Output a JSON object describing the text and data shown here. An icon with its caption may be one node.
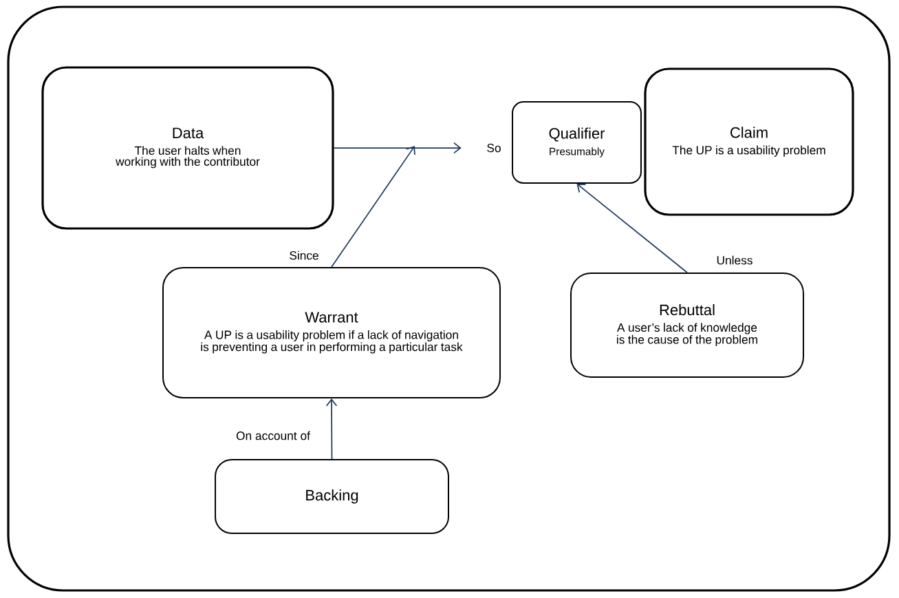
{
  "diagram": {
    "nodes": [
      {
        "text": [
          "Data",
          "The user halts when working with the contributor"
        ]
      },
      {
        "text": [
          "Qualifier",
          "Presumably"
        ]
      },
      {
        "text": [
          "Claim",
          "The UP is a usability problem"
        ]
      },
      {
        "text": [
          "Warrant",
          "A UP is a usability problem if a lack of navigation is preventing a user in performing a particular task"
        ]
      },
      {
        "text": [
          "Rebuttal",
          "A user’s lack of knowledge is the cause of the problem"
        ]
      },
      {
        "text": [
          "Backing"
        ]
      }
    ],
    "edges": [
      {
        "from": 0,
        "to": 1,
        "arrow": "to",
        "label": "So"
      },
      {
        "from": 3,
        "to": null,
        "arrow": "to",
        "label": "Since"
      },
      {
        "from": 4,
        "to": 1,
        "arrow": "to",
        "label": "Unless"
      },
      {
        "from": 5,
        "to": 3,
        "arrow": "to",
        "label": "On account of"
      }
    ]
  }
}
